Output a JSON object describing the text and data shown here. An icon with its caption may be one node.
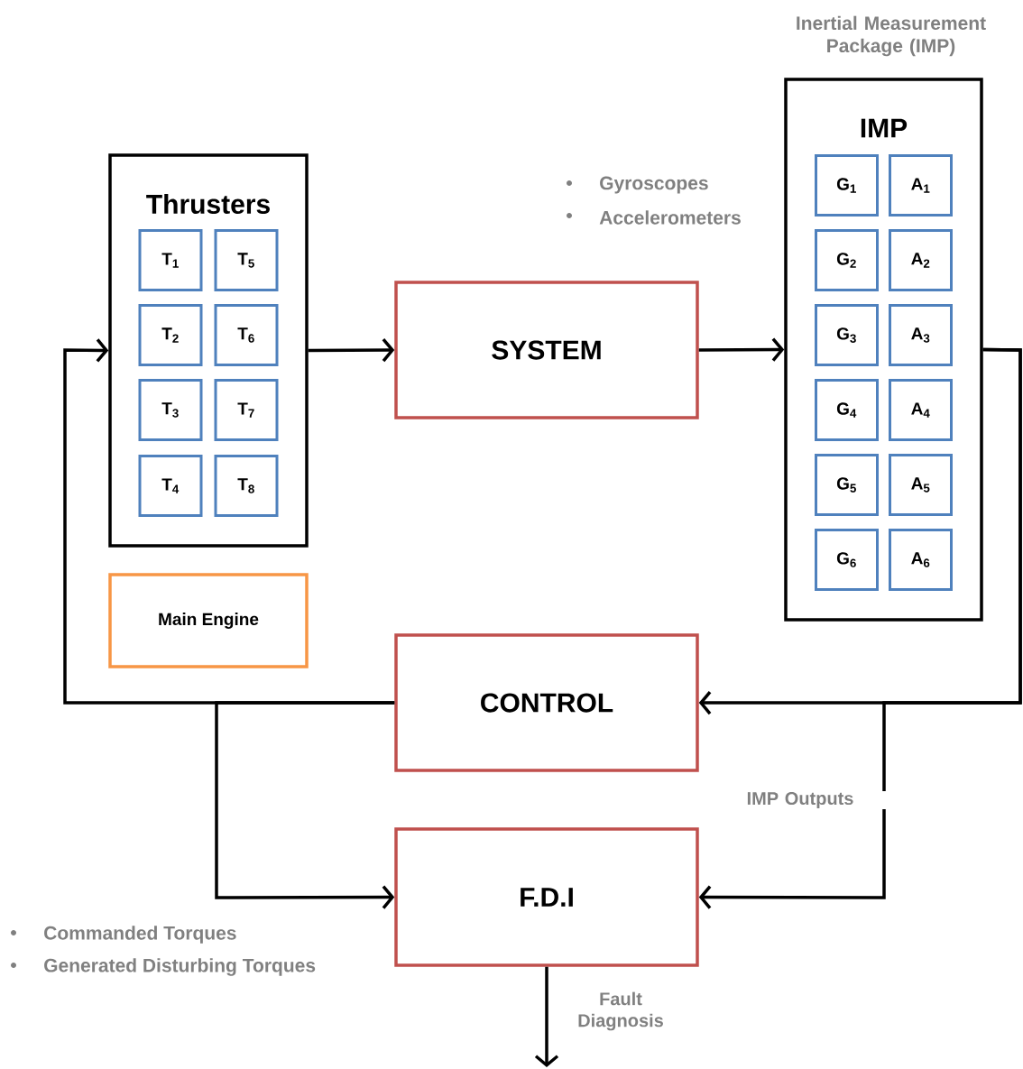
{
  "diagram": {
    "nodes": [
      {
        "text": [
          "Thrusters"
        ]
      },
      {
        "text": [
          "T$_{1}$"
        ],
        "in": 0
      },
      {
        "text": [
          "T$_{5}$"
        ],
        "in": 0
      },
      {
        "text": [
          "T$_{2}$"
        ],
        "in": 0
      },
      {
        "text": [
          "T$_{6}$"
        ],
        "in": 0
      },
      {
        "text": [
          "T$_{3}$"
        ],
        "in": 0
      },
      {
        "text": [
          "T$_{7}$"
        ],
        "in": 0
      },
      {
        "text": [
          "T$_{4}$"
        ],
        "in": 0
      },
      {
        "text": [
          "T$_{8}$"
        ],
        "in": 0
      },
      {
        "text": [
          "Main Engine"
        ]
      },
      {
        "text": [
          "SYSTEM"
        ]
      },
      {
        "text": [
          "IMP"
        ],
        "beside": [
          "Inertial Measurement Package (IMP)"
        ]
      },
      {
        "text": [
          "G$_{1}$"
        ],
        "in": 11
      },
      {
        "text": [
          "A$_{1}$"
        ],
        "in": 11
      },
      {
        "text": [
          "G$_{2}$"
        ],
        "in": 11
      },
      {
        "text": [
          "A$_{2}$"
        ],
        "in": 11
      },
      {
        "text": [
          "G$_{3}$"
        ],
        "in": 11
      },
      {
        "text": [
          "A$_{3}$"
        ],
        "in": 11
      },
      {
        "text": [
          "G$_{4}$"
        ],
        "in": 11
      },
      {
        "text": [
          "A$_{4}$"
        ],
        "in": 11
      },
      {
        "text": [
          "G$_{5}$"
        ],
        "in": 11
      },
      {
        "text": [
          "A$_{5}$"
        ],
        "in": 11
      },
      {
        "text": [
          "G$_{6}$"
        ],
        "in": 11
      },
      {
        "text": [
          "A$_{6}$"
        ],
        "in": 11
      },
      {
        "text": [
          "CONTROL"
        ]
      },
      {
        "text": [
          "F.D.I"
        ]
      }
    ],
    "edges": [
      {
        "from": 0,
        "to": 10,
        "arrow": "to"
      },
      {
        "from": 10,
        "to": 11,
        "arrow": "to"
      },
      {
        "from": 11,
        "to": 24,
        "arrow": "to"
      },
      {
        "from": 24,
        "to": 0,
        "arrow": "to"
      },
      {
        "from": 24,
        "to": 25,
        "arrow": "to"
      },
      {
        "from": 11,
        "to": 25,
        "label": "IMP Outputs",
        "arrow": "to"
      },
      {
        "from": 25,
        "to": null,
        "label": "Fault Diagnosis",
        "arrow": "to"
      }
    ],
    "labels": [
      "Gyroscopes",
      "Accelerometers",
      "Commanded Torques",
      "Generated Disturbing Torques"
    ]
  }
}
